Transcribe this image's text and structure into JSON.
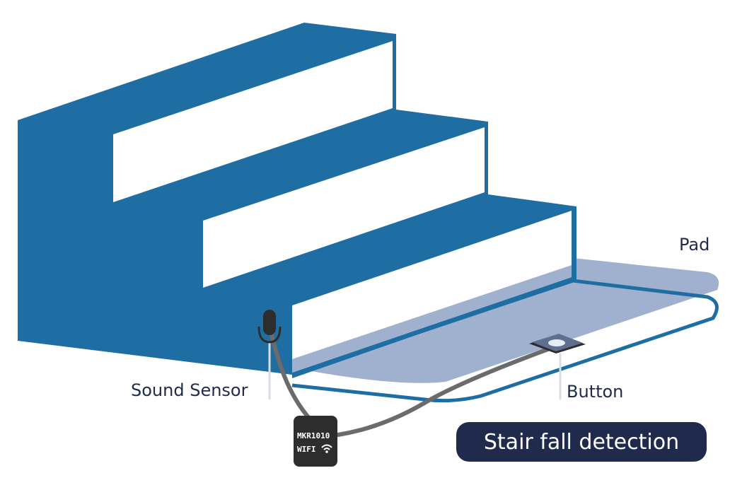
{
  "labels": {
    "pad": "Pad",
    "sound_sensor": "Sound Sensor",
    "button": "Button"
  },
  "title": "Stair fall detection",
  "device": {
    "line1": "MKR1010",
    "line2": "WIFI",
    "icon": "wifi-icon"
  },
  "colors": {
    "stairs": "#1f6ea3",
    "pad": "#9fb1cf",
    "badge": "#1f2a4d",
    "cable": "#6b6b6b",
    "device": "#2d2d2d"
  }
}
